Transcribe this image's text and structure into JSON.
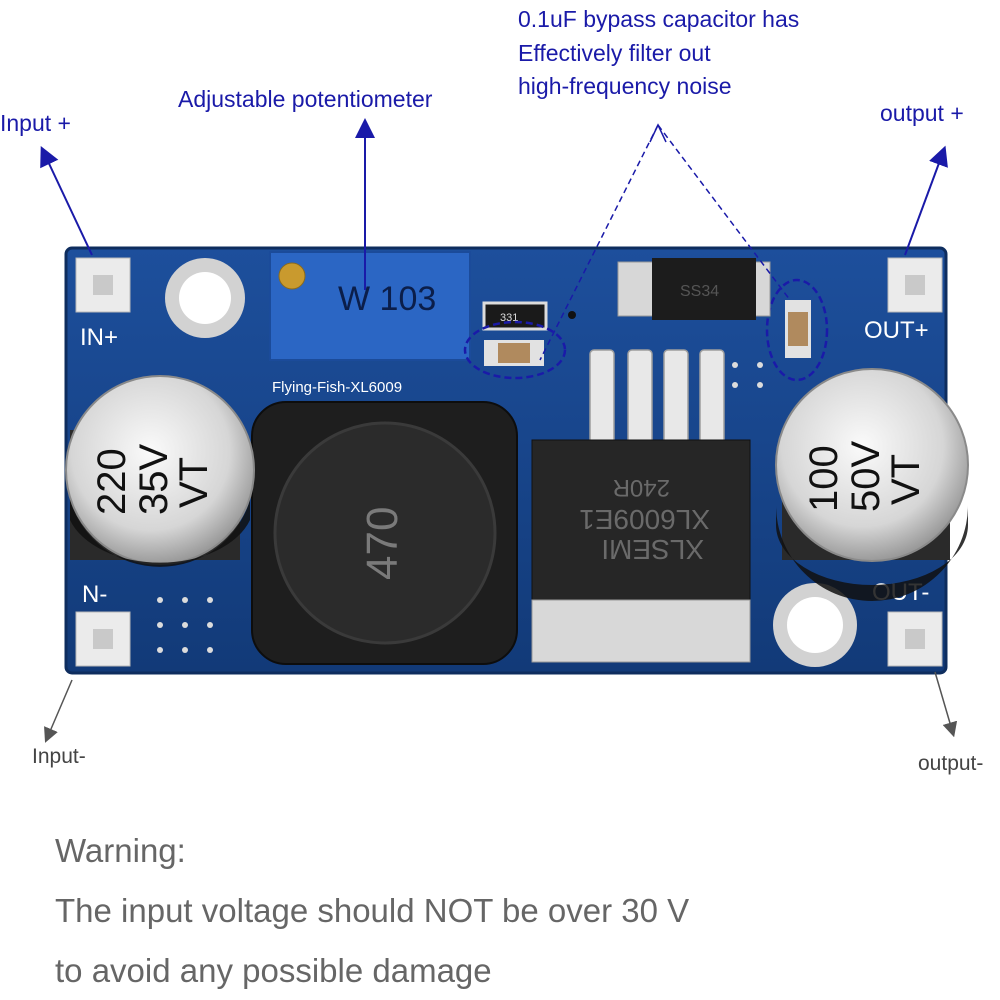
{
  "labels": {
    "input_plus": "Input +",
    "input_minus": "Input-",
    "output_plus": "output +",
    "output_minus": "output-",
    "potentiometer": "Adjustable potentiometer",
    "bypass_line1": "0.1uF bypass capacitor has",
    "bypass_line2": "Effectively filter out",
    "bypass_line3": "high-frequency noise"
  },
  "warning": {
    "heading": "Warning:",
    "line1": "The input voltage should NOT be over 30 V",
    "line2": "to avoid any possible damage"
  },
  "board": {
    "in_plus": "IN+",
    "in_minus": "N-",
    "out_plus": "OUT+",
    "out_minus": "OUT-",
    "silkscreen": "Flying-Fish-XL6009",
    "pot_marking": "W 103",
    "input_cap_line1": "220",
    "input_cap_line2": "35V",
    "input_cap_line3": "VT",
    "output_cap_line1": "100",
    "output_cap_line2": "50V",
    "output_cap_line3": "VT",
    "inductor_marking": "470",
    "ic_line1": "XLSEMI",
    "ic_line2": "XL6009E1",
    "ic_line3": "240R",
    "resistor_marking": "331",
    "diode_marking": "SS34"
  },
  "colors": {
    "label_blue": "#1a1aa8",
    "pcb_blue": "#16408a",
    "pad_white": "#ebebeb"
  }
}
